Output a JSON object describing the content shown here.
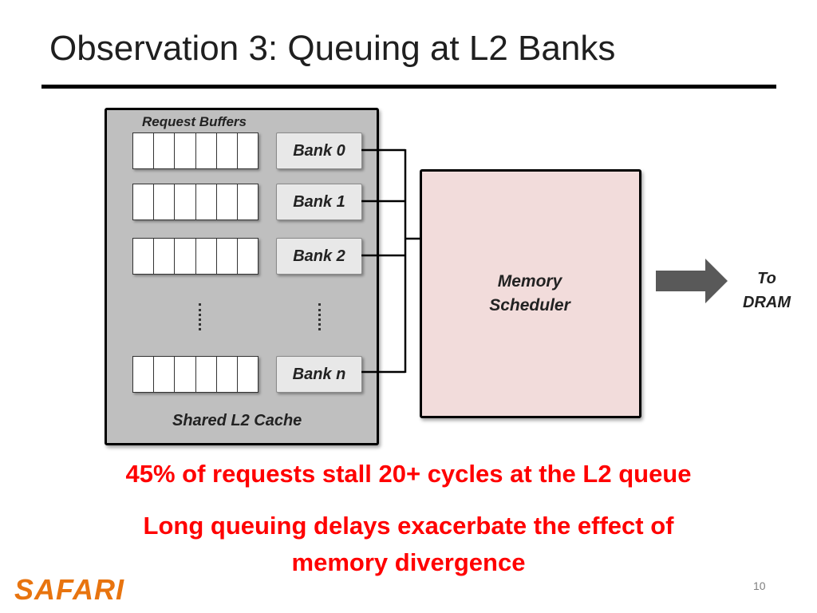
{
  "slide": {
    "title": "Observation 3: Queuing at L2 Banks",
    "page_number": "10",
    "logo_text": "SAFARI"
  },
  "diagram": {
    "request_buffers_label": "Request Buffers",
    "buffer_slots": 6,
    "banks": [
      "Bank 0",
      "Bank 1",
      "Bank 2",
      "Bank n"
    ],
    "cache_label": "Shared L2 Cache",
    "scheduler_lines": [
      "Memory",
      "Scheduler"
    ],
    "dram_lines": [
      "To",
      "DRAM"
    ]
  },
  "findings": {
    "stat": "45% of requests stall 20+ cycles at the L2 queue",
    "conclusion_lines": [
      "Long queuing delays exacerbate the effect of",
      "memory divergence"
    ]
  },
  "colors": {
    "title_rule": "#000000",
    "cache_fill": "#bfbfbf",
    "scheduler_fill": "#f2dcdb",
    "highlight_text": "#ff0000",
    "logo": "#e8740f",
    "arrow": "#595959"
  }
}
